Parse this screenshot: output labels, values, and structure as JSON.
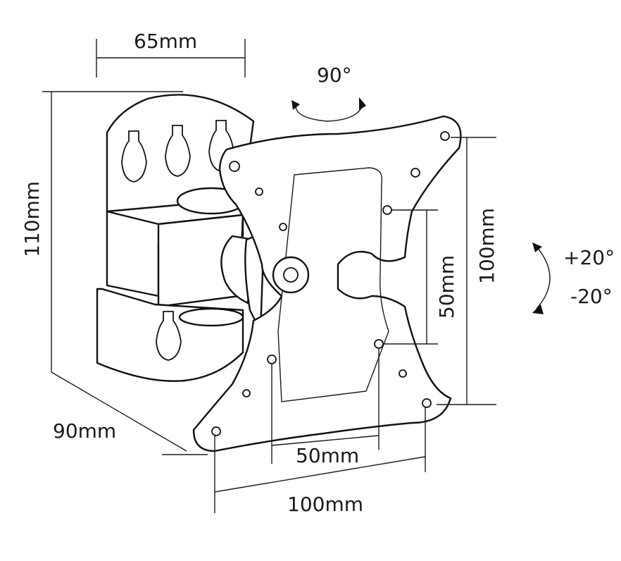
{
  "labels": {
    "top_width": "65mm",
    "rotation": "90°",
    "wall_height": "110mm",
    "vesa_height_large": "100mm",
    "vesa_height_small": "50mm",
    "tilt_up": "+20°",
    "tilt_down": "-20°",
    "depth": "90mm",
    "vesa_width_small": "50mm",
    "vesa_width_large": "100mm"
  }
}
